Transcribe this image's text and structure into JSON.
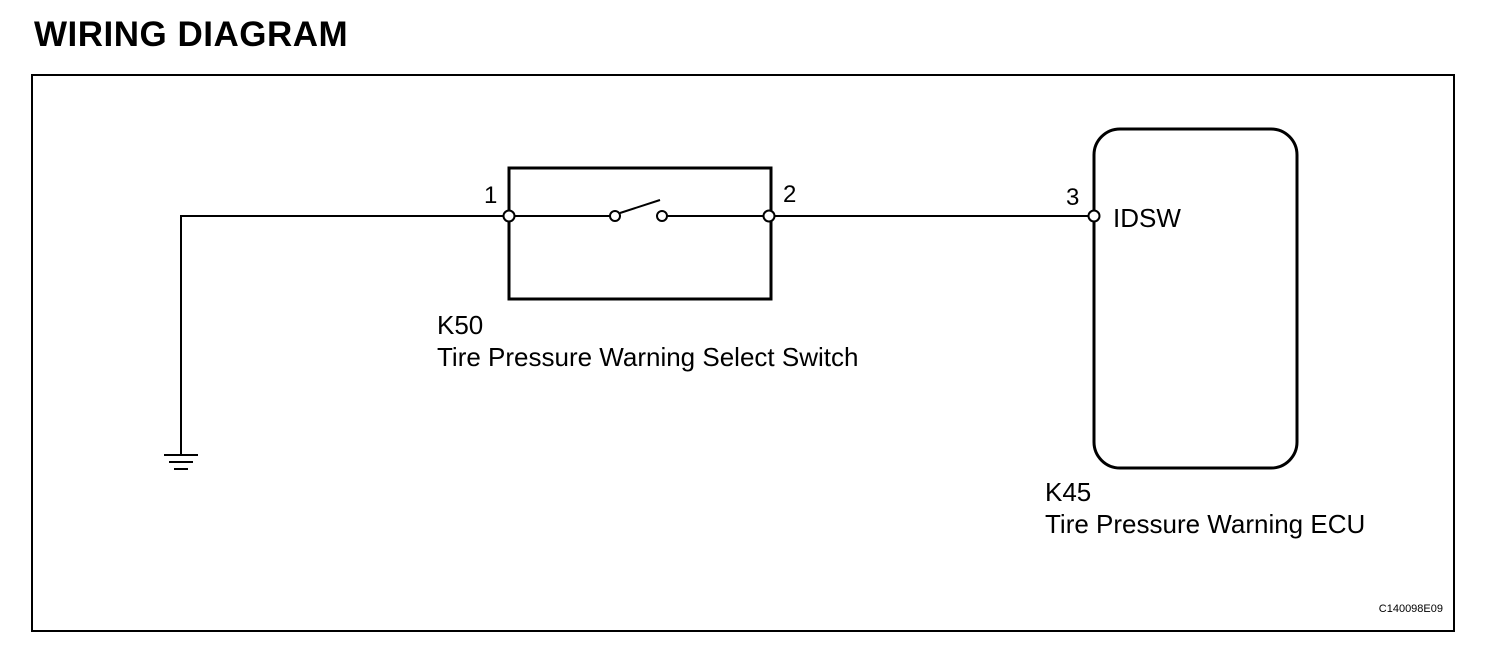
{
  "title": "WIRING DIAGRAM",
  "components": {
    "switch": {
      "code": "K50",
      "name": "Tire Pressure Warning Select Switch",
      "pins": [
        "1",
        "2"
      ]
    },
    "ecu": {
      "code": "K45",
      "name": "Tire Pressure Warning ECU",
      "pin": "3",
      "terminal": "IDSW"
    }
  },
  "figure_id": "C140098E09"
}
